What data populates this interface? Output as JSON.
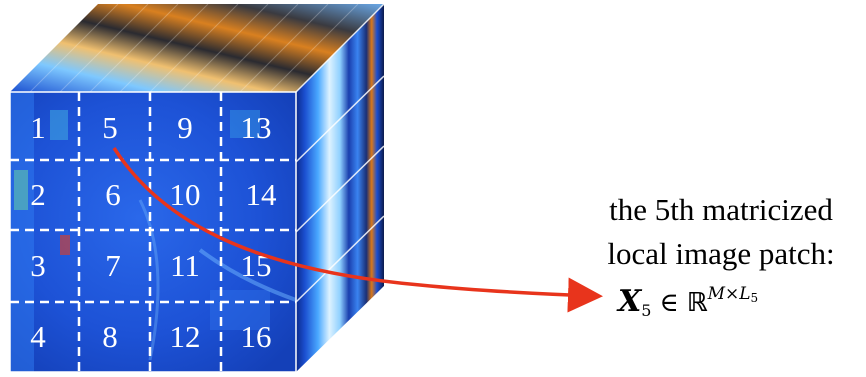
{
  "diagram": {
    "patch_numbers": [
      "1",
      "5",
      "9",
      "13",
      "2",
      "6",
      "10",
      "14",
      "3",
      "7",
      "11",
      "15",
      "4",
      "8",
      "12",
      "16"
    ],
    "highlighted_patch": "5",
    "colors": {
      "arrow": "#e8341c",
      "grid": "#ffffff",
      "base": "#1f57d8"
    }
  },
  "caption": {
    "line1": "the 5th matricized",
    "line2": "local image patch:"
  },
  "formula": {
    "symbol": "X",
    "subscript": "5",
    "relation": "∈",
    "space": "ℝ",
    "sup_base": "M×L",
    "sup_sub": "5"
  }
}
